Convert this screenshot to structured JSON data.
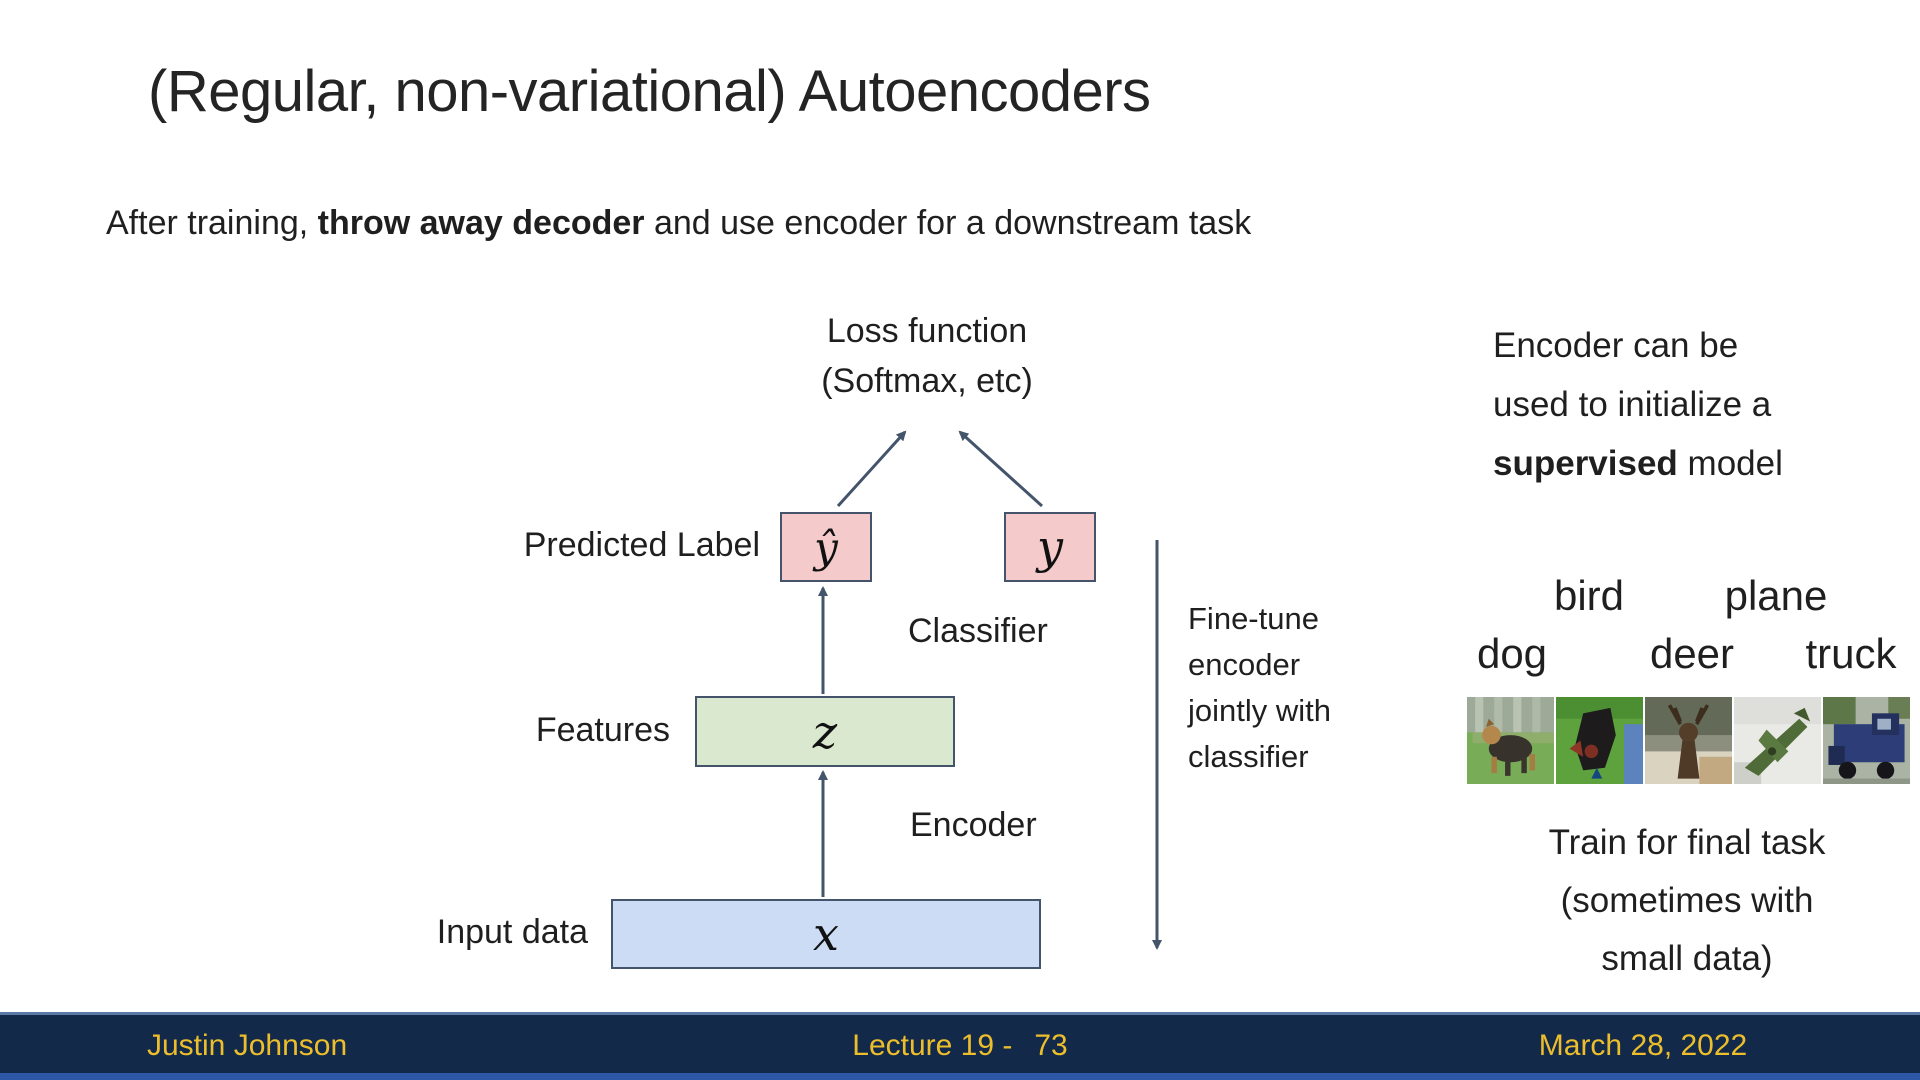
{
  "slide": {
    "title": "(Regular, non-variational) Autoencoders",
    "subtitle_prefix": "After training, ",
    "subtitle_bold": "throw away decoder",
    "subtitle_suffix": " and use encoder for a downstream task"
  },
  "diagram": {
    "loss_line1": "Loss function",
    "loss_line2": "(Softmax, etc)",
    "predicted_label": "Predicted Label",
    "y_hat_symbol": "ŷ",
    "y_symbol": "y",
    "classifier_label": "Classifier",
    "features_label": "Features",
    "z_symbol": "z",
    "encoder_label": "Encoder",
    "input_data_label": "Input data",
    "x_symbol": "x"
  },
  "fine_tune_note": {
    "lines": [
      "Fine-tune",
      "encoder",
      "jointly with",
      "classifier"
    ]
  },
  "right_panel": {
    "encoder_note": {
      "line1": "Encoder can be",
      "line2": "used to initialize a",
      "line3_bold": "supervised",
      "line3_rest": " model"
    },
    "class_labels": {
      "bird": "bird",
      "plane": "plane",
      "dog": "dog",
      "deer": "deer",
      "truck": "truck"
    },
    "image_names": [
      "dog-image",
      "bird-image",
      "deer-image",
      "plane-image",
      "truck-image"
    ],
    "train_note_lines": [
      "Train for final task",
      "(sometimes with",
      "small data)"
    ]
  },
  "footer": {
    "author": "Justin Johnson",
    "lecture_prefix": "Lecture 19 -",
    "page_number": "73",
    "date": "March 28, 2022"
  },
  "colors": {
    "pink_box": "#f4caca",
    "green_box": "#d9e8cf",
    "blue_box": "#ccdcf4",
    "box_border": "#44546a",
    "arrow": "#44546a",
    "footer_background": "#13294a",
    "footer_text": "#ecbe2b",
    "footer_accent": "#2d57a7"
  }
}
